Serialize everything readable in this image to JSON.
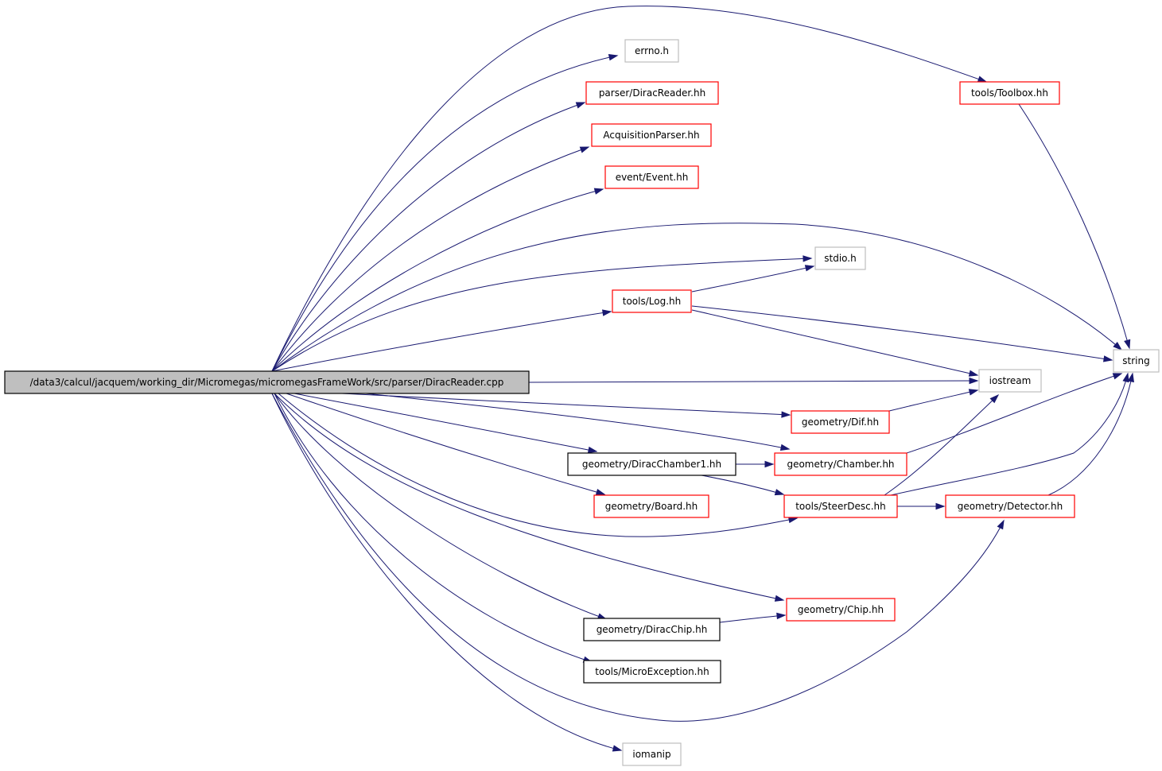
{
  "diagram": {
    "type": "include-dependency-graph",
    "colors": {
      "edge": "#191970",
      "root_fill": "#bfbfbf",
      "root_border": "#000000",
      "documented_border": "#000000",
      "truncated_border": "#ff0000",
      "external_border": "#bfbfbf"
    },
    "nodes": [
      {
        "id": "root",
        "label": "/data3/calcul/jacquem/working_dir/Micromegas/micromegasFrameWork/src/parser/DiracReader.cpp",
        "kind": "root"
      },
      {
        "id": "errno",
        "label": "errno.h",
        "kind": "external"
      },
      {
        "id": "parserdirac",
        "label": "parser/DiracReader.hh",
        "kind": "truncated"
      },
      {
        "id": "acq",
        "label": "AcquisitionParser.hh",
        "kind": "truncated"
      },
      {
        "id": "event",
        "label": "event/Event.hh",
        "kind": "truncated"
      },
      {
        "id": "toolbox",
        "label": "tools/Toolbox.hh",
        "kind": "truncated"
      },
      {
        "id": "stdio",
        "label": "stdio.h",
        "kind": "external"
      },
      {
        "id": "log",
        "label": "tools/Log.hh",
        "kind": "truncated"
      },
      {
        "id": "string",
        "label": "string",
        "kind": "external"
      },
      {
        "id": "iostream",
        "label": "iostream",
        "kind": "external"
      },
      {
        "id": "dif",
        "label": "geometry/Dif.hh",
        "kind": "truncated"
      },
      {
        "id": "diracchamber",
        "label": "geometry/DiracChamber1.hh",
        "kind": "documented"
      },
      {
        "id": "chamber",
        "label": "geometry/Chamber.hh",
        "kind": "truncated"
      },
      {
        "id": "board",
        "label": "geometry/Board.hh",
        "kind": "truncated"
      },
      {
        "id": "steer",
        "label": "tools/SteerDesc.hh",
        "kind": "truncated"
      },
      {
        "id": "detector",
        "label": "geometry/Detector.hh",
        "kind": "truncated"
      },
      {
        "id": "chip",
        "label": "geometry/Chip.hh",
        "kind": "truncated"
      },
      {
        "id": "diracchip",
        "label": "geometry/DiracChip.hh",
        "kind": "documented"
      },
      {
        "id": "microexc",
        "label": "tools/MicroException.hh",
        "kind": "documented"
      },
      {
        "id": "iomanip",
        "label": "iomanip",
        "kind": "external"
      }
    ],
    "edges": [
      {
        "from": "root",
        "to": "errno"
      },
      {
        "from": "root",
        "to": "parserdirac"
      },
      {
        "from": "root",
        "to": "acq"
      },
      {
        "from": "root",
        "to": "event"
      },
      {
        "from": "root",
        "to": "toolbox"
      },
      {
        "from": "root",
        "to": "string"
      },
      {
        "from": "root",
        "to": "stdio"
      },
      {
        "from": "root",
        "to": "log"
      },
      {
        "from": "root",
        "to": "iostream"
      },
      {
        "from": "root",
        "to": "dif"
      },
      {
        "from": "root",
        "to": "chamber"
      },
      {
        "from": "root",
        "to": "diracchamber"
      },
      {
        "from": "root",
        "to": "board"
      },
      {
        "from": "root",
        "to": "steer"
      },
      {
        "from": "root",
        "to": "chip"
      },
      {
        "from": "root",
        "to": "diracchip"
      },
      {
        "from": "root",
        "to": "microexc"
      },
      {
        "from": "root",
        "to": "detector"
      },
      {
        "from": "root",
        "to": "iomanip"
      },
      {
        "from": "toolbox",
        "to": "string"
      },
      {
        "from": "log",
        "to": "stdio"
      },
      {
        "from": "log",
        "to": "string"
      },
      {
        "from": "log",
        "to": "iostream"
      },
      {
        "from": "dif",
        "to": "iostream"
      },
      {
        "from": "chamber",
        "to": "string"
      },
      {
        "from": "diracchamber",
        "to": "chamber"
      },
      {
        "from": "diracchamber",
        "to": "steer"
      },
      {
        "from": "steer",
        "to": "iostream"
      },
      {
        "from": "steer",
        "to": "string"
      },
      {
        "from": "steer",
        "to": "detector"
      },
      {
        "from": "detector",
        "to": "string"
      },
      {
        "from": "diracchip",
        "to": "chip"
      }
    ]
  }
}
